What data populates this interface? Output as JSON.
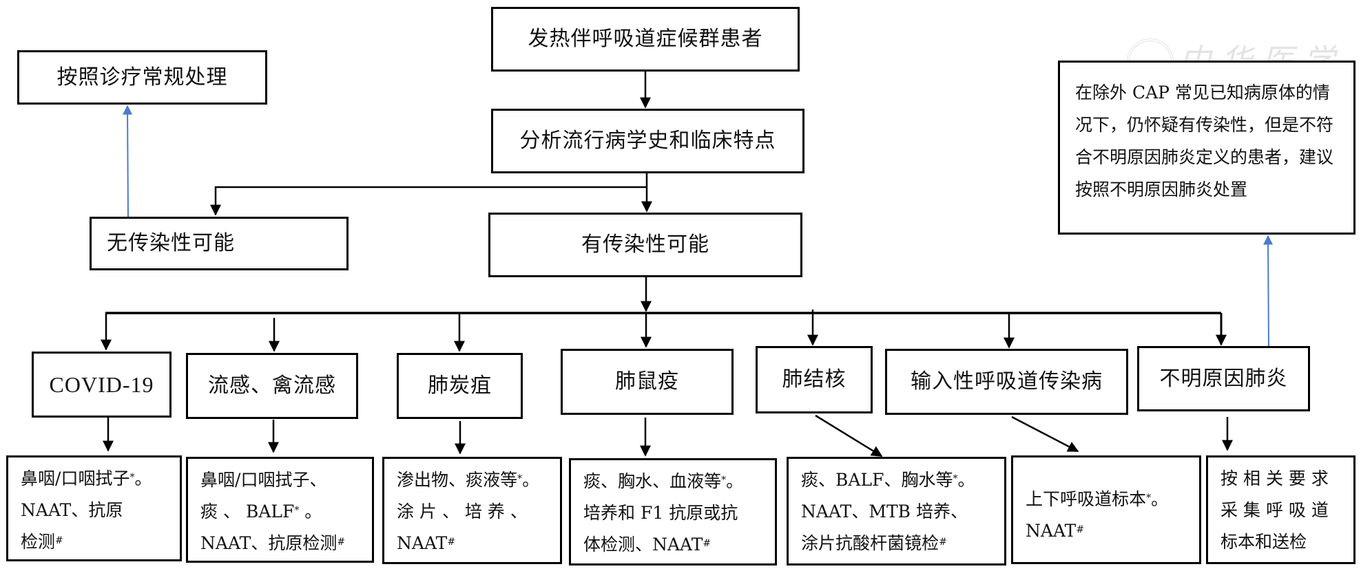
{
  "watermark": "中华医学会",
  "colors": {
    "line": "#000000",
    "feedback_arrow": "#4a7cc9"
  },
  "nodes": {
    "start": "发热伴呼吸道症候群患者",
    "analyze": "分析流行病学史和临床特点",
    "no_infectious": "无传染性可能",
    "routine": "按照诊疗常规处理",
    "infectious": "有传染性可能",
    "note": "在除外 CAP 常见已知病原体的情况下，仍怀疑有传染性，但是不符合不明原因肺炎定义的患者，建议按照不明原因肺炎处置"
  },
  "diseases": [
    {
      "name": "COVID-19",
      "detail_lines": [
        "鼻咽/口咽拭子*。",
        "NAAT、抗原",
        "检测#"
      ]
    },
    {
      "name": "流感、禽流感",
      "detail_lines": [
        "鼻咽/口咽拭子、",
        "痰 、 BALF* 。",
        "NAAT、抗原检测#"
      ]
    },
    {
      "name": "肺炭疽",
      "detail_lines": [
        "渗出物、痰液等*。",
        "涂 片 、 培 养 、",
        "NAAT#"
      ]
    },
    {
      "name": "肺鼠疫",
      "detail_lines": [
        "痰、胸水、血液等*。",
        "培养和 F1 抗原或抗",
        "体检测、NAAT#"
      ]
    },
    {
      "name": "肺结核",
      "detail_lines": [
        "痰、BALF、胸水等*。",
        "NAAT、MTB 培养、",
        "涂片抗酸杆菌镜检#"
      ]
    },
    {
      "name": "输入性呼吸道传染病",
      "detail_lines": [
        "上下呼吸道标本*。",
        "NAAT#"
      ]
    },
    {
      "name": "不明原因肺炎",
      "detail_lines": [
        "按 相 关 要 求",
        "采 集 呼 吸 道",
        "标本和送检"
      ]
    }
  ]
}
